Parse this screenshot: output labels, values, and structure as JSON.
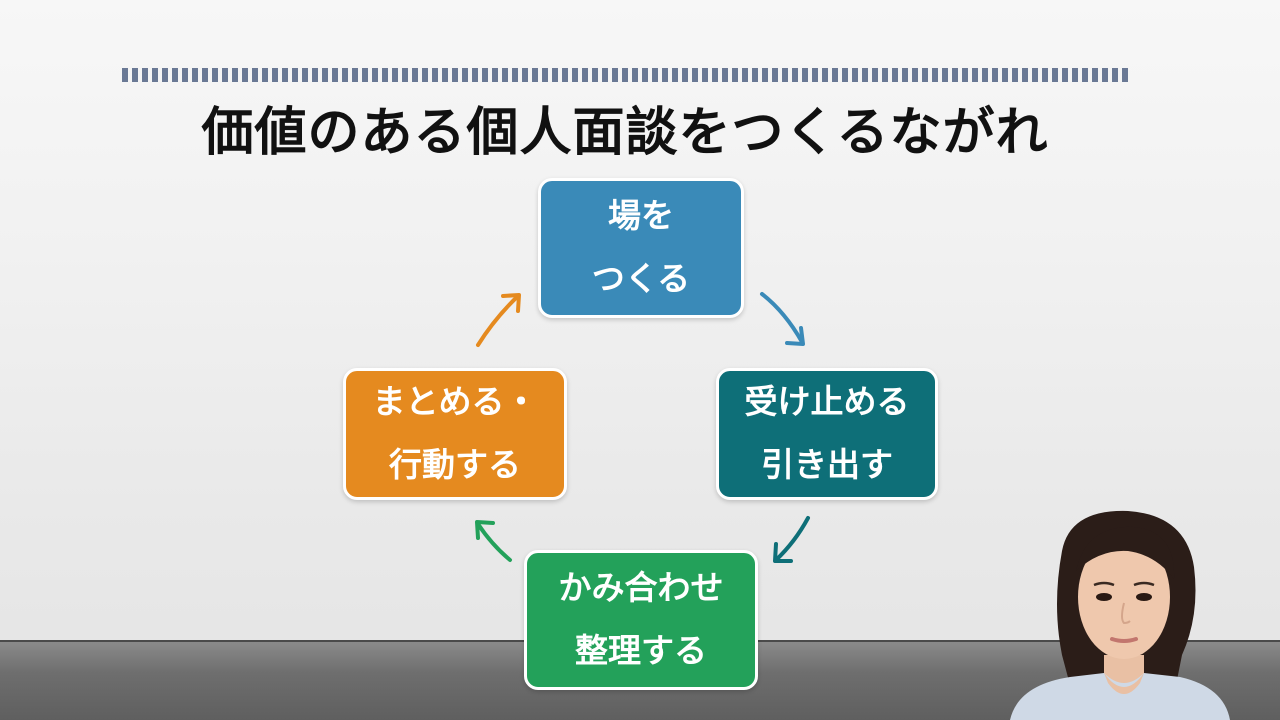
{
  "slide": {
    "title": "価値のある個人面談をつくるながれ"
  },
  "cycle": {
    "step1": {
      "line1": "場を",
      "line2": "つくる",
      "color": "#3a8ab8"
    },
    "step2": {
      "line1": "受け止める",
      "line2": "引き出す",
      "color": "#0e6f78"
    },
    "step3": {
      "line1": "かみ合わせ",
      "line2": "整理する",
      "color": "#23a15a"
    },
    "step4": {
      "line1": "まとめる・",
      "line2": "行動する",
      "color": "#e58a1f"
    }
  },
  "arrow_colors": {
    "top_to_right": "#3a8ab8",
    "right_to_bottom": "#0e6f78",
    "bottom_to_left": "#23a15a",
    "left_to_top": "#e58a1f"
  }
}
